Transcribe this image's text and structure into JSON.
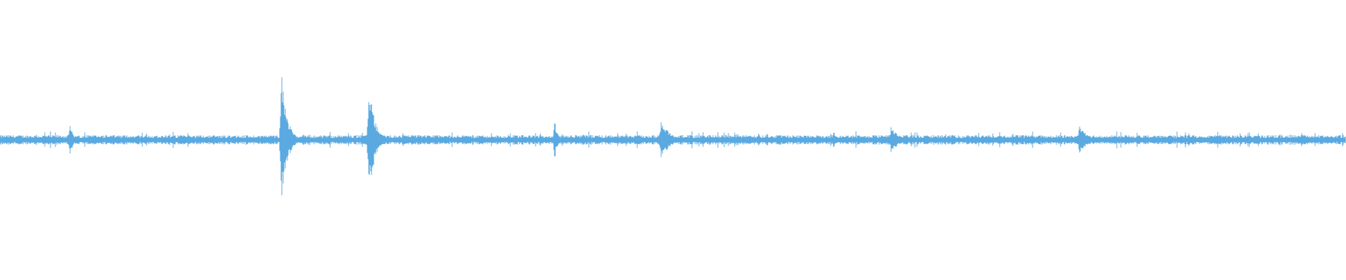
{
  "waveform": {
    "color": "#5aa9e0",
    "background": "#ffffff",
    "baseline_amplitude": 0.035,
    "peaks": [
      {
        "t": 0.052,
        "amplitude": 0.13,
        "decay": 0.002
      },
      {
        "t": 0.209,
        "amplitude": 0.52,
        "decay": 0.004
      },
      {
        "t": 0.274,
        "amplitude": 0.45,
        "decay": 0.004
      },
      {
        "t": 0.412,
        "amplitude": 0.15,
        "decay": 0.002
      },
      {
        "t": 0.491,
        "amplitude": 0.16,
        "decay": 0.006
      },
      {
        "t": 0.619,
        "amplitude": 0.07,
        "decay": 0.003
      },
      {
        "t": 0.662,
        "amplitude": 0.11,
        "decay": 0.005
      },
      {
        "t": 0.755,
        "amplitude": 0.05,
        "decay": 0.002
      },
      {
        "t": 0.802,
        "amplitude": 0.12,
        "decay": 0.005
      },
      {
        "t": 0.967,
        "amplitude": 0.06,
        "decay": 0.004
      }
    ]
  }
}
